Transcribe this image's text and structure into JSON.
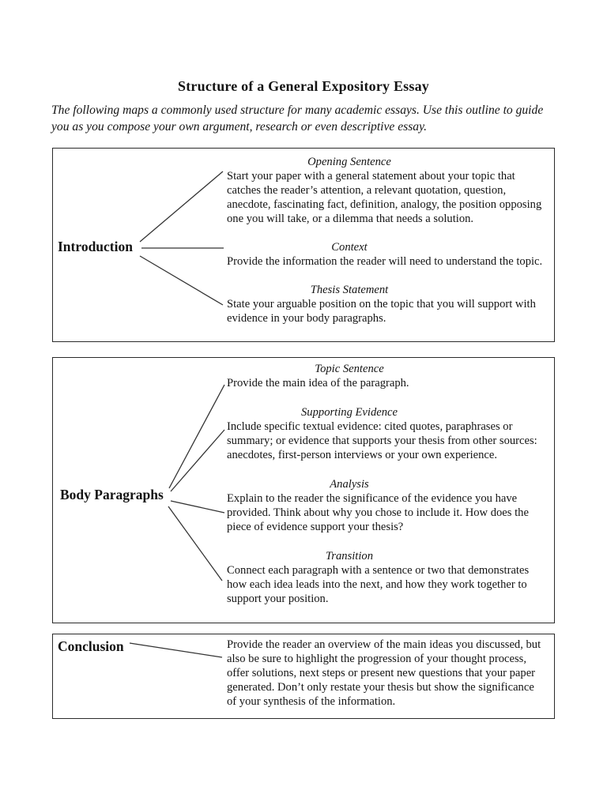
{
  "page": {
    "title": "Structure of a General Expository Essay",
    "intro": "The following maps a commonly used structure for many academic essays. Use this outline to guide you as you compose your own argument, research or even descriptive essay."
  },
  "sections": [
    {
      "label": "Introduction",
      "items": [
        {
          "heading": "Opening Sentence",
          "body": "Start your paper with a general statement about your topic that catches the reader’s attention, a relevant quotation, question, anecdote, fascinating fact, definition, analogy, the position opposing one you will take, or a dilemma that needs a solution."
        },
        {
          "heading": "Context",
          "body": "Provide the information the reader will need to understand the topic."
        },
        {
          "heading": "Thesis Statement",
          "body": "State your arguable position on the topic that you will support with evidence in your body paragraphs."
        }
      ]
    },
    {
      "label": "Body Paragraphs",
      "items": [
        {
          "heading": "Topic Sentence",
          "body": "Provide the main idea of the paragraph."
        },
        {
          "heading": "Supporting Evidence",
          "body": "Include specific textual evidence: cited quotes, paraphrases or summary; or evidence that supports your thesis from other sources: anecdotes, first-person interviews or your own experience."
        },
        {
          "heading": "Analysis",
          "body": "Explain to the reader the significance of the evidence you have provided. Think about why you chose to include it. How does the piece of evidence support your thesis?"
        },
        {
          "heading": "Transition",
          "body": "Connect each paragraph with a sentence or two that demonstrates how each idea leads into the next, and how they work together to support your position."
        }
      ]
    },
    {
      "label": "Conclusion",
      "items": [
        {
          "heading": "",
          "body": "Provide the reader an overview of the main ideas you discussed, but also be sure to highlight the progression of your thought process, offer solutions, next steps or present new questions that your paper generated. Don’t only restate your thesis but show the significance of your synthesis of the information."
        }
      ]
    }
  ],
  "colors": {
    "background": "#ffffff",
    "text": "#141414",
    "border": "#2b2b2b",
    "line": "#333333"
  }
}
